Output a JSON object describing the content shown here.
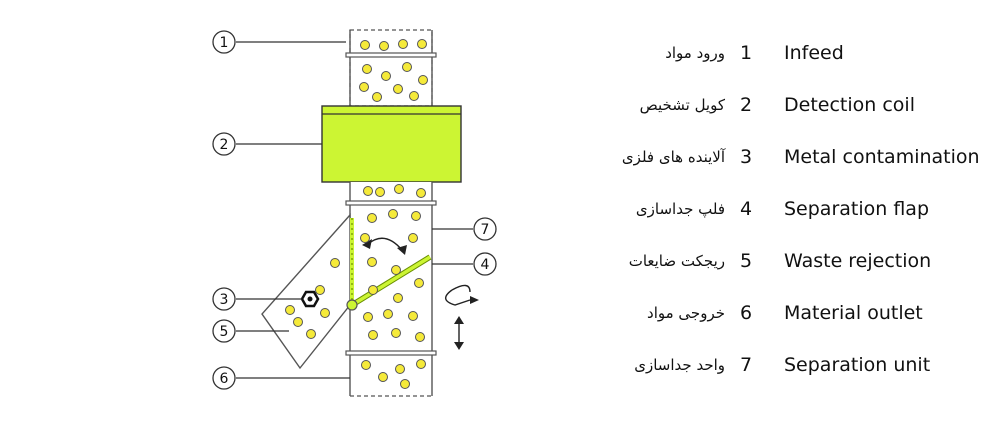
{
  "colors": {
    "accent": "#ccf533",
    "particle": "#f5ea3a",
    "line": "#333333",
    "background": "#ffffff"
  },
  "callouts": [
    "1",
    "2",
    "3",
    "4",
    "5",
    "6",
    "7"
  ],
  "legend": [
    {
      "num": "1",
      "english": "Infeed",
      "persian": "ورود مواد"
    },
    {
      "num": "2",
      "english": "Detection coil",
      "persian": "کویل تشخیص"
    },
    {
      "num": "3",
      "english": "Metal contamination",
      "persian": "آلاینده های فلزی"
    },
    {
      "num": "4",
      "english": "Separation flap",
      "persian": "فلپ جداسازی"
    },
    {
      "num": "5",
      "english": "Waste rejection",
      "persian": "ریجکت ضایعات"
    },
    {
      "num": "6",
      "english": "Material outlet",
      "persian": "خروجی مواد"
    },
    {
      "num": "7",
      "english": "Separation unit",
      "persian": "واحد جداسازی"
    }
  ]
}
